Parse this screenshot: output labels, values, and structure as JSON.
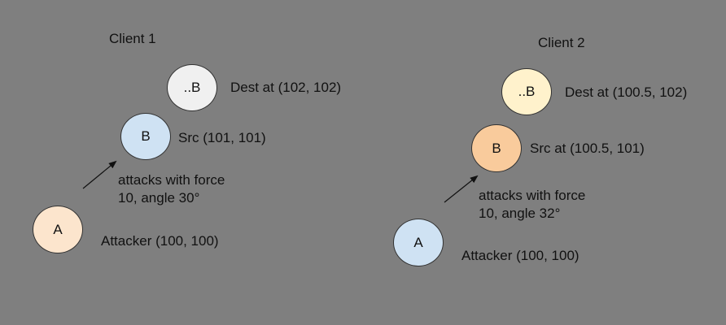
{
  "client1": {
    "title": "Client 1",
    "dest": {
      "symbol": "..B",
      "label": "Dest at (102, 102)",
      "color": "#f0f0f0"
    },
    "src": {
      "symbol": "B",
      "label": "Src (101, 101)",
      "color": "#cfe2f3"
    },
    "attack": {
      "line1": "attacks with force",
      "line2": "10, angle 30°"
    },
    "attacker": {
      "symbol": "A",
      "label": "Attacker (100, 100)",
      "color": "#fce5cd"
    }
  },
  "client2": {
    "title": "Client 2",
    "dest": {
      "symbol": "..B",
      "label": "Dest at (100.5, 102)",
      "color": "#fff2cc"
    },
    "src": {
      "symbol": "B",
      "label": "Src at (100.5, 101)",
      "color": "#f9cb9c"
    },
    "attack": {
      "line1": "attacks with force",
      "line2": "10, angle 32°"
    },
    "attacker": {
      "symbol": "A",
      "label": "Attacker (100, 100)",
      "color": "#cfe2f3"
    }
  }
}
